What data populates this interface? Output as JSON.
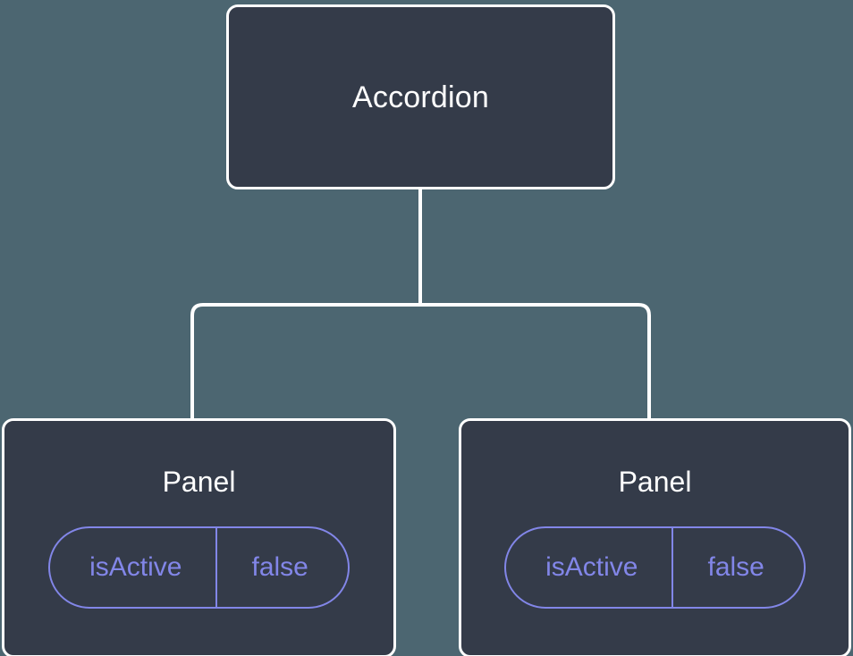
{
  "canvas": {
    "background_color": "#4c6671",
    "node_fill_color": "#343b49",
    "node_border_color": "#ffffff",
    "edge_color": "#ffffff",
    "prop_accent_color": "#8286e8"
  },
  "tree": {
    "root": {
      "label": "Accordion"
    },
    "children": [
      {
        "label": "Panel",
        "props": [
          {
            "key": "isActive",
            "value": "false"
          }
        ]
      },
      {
        "label": "Panel",
        "props": [
          {
            "key": "isActive",
            "value": "false"
          }
        ]
      }
    ]
  }
}
